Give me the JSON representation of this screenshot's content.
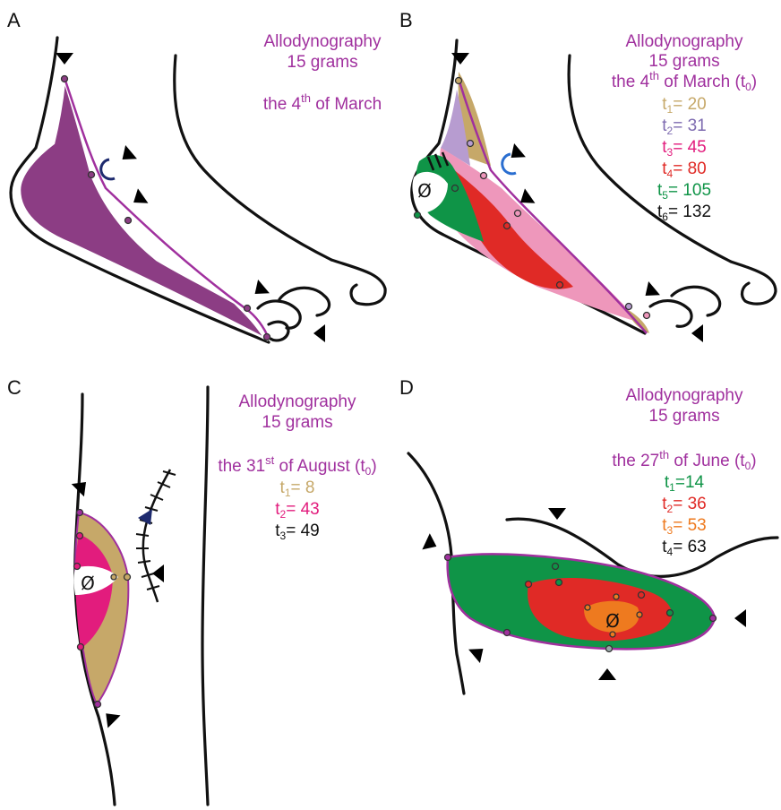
{
  "colors": {
    "purple": "#a0309e",
    "purple_fill": "#8c3d84",
    "tan": "#c6a869",
    "lavender": "#b79cd0",
    "pink_light": "#ee97bb",
    "magenta": "#e21c7d",
    "red": "#e02a26",
    "green": "#0f9447",
    "orange": "#ee7a1f",
    "navy": "#1d2a6e",
    "black": "#111111"
  },
  "panels": [
    {
      "letter": "A",
      "title": "Allodynography",
      "force": "15 grams",
      "date_pre": "the 4",
      "date_sup": "th",
      "date_post": " of March",
      "date_t": "",
      "date_sub": "",
      "date_close": "",
      "timepoints": []
    },
    {
      "letter": "B",
      "title": "Allodynography",
      "force": "15 grams",
      "date_pre": "the 4",
      "date_sup": "th",
      "date_post": " of March (",
      "date_t": "t",
      "date_sub": "0",
      "date_close": ")",
      "timepoints": [
        {
          "t": "t",
          "sub": "1",
          "value": "= 20",
          "color": "#c6a869"
        },
        {
          "t": "t",
          "sub": "2",
          "value": "= 31",
          "color": "#7e6bb0"
        },
        {
          "t": "t",
          "sub": "3",
          "value": "= 45",
          "color": "#e21c7d"
        },
        {
          "t": "t",
          "sub": "4",
          "value": "= 80",
          "color": "#e02a26"
        },
        {
          "t": "t",
          "sub": "5",
          "value": "= 105",
          "color": "#0f9447"
        },
        {
          "t": "t",
          "sub": "6",
          "value": "= 132",
          "color": "#111111"
        }
      ]
    },
    {
      "letter": "C",
      "title": "Allodynography",
      "force": "15 grams",
      "date_pre": "the 31",
      "date_sup": "st",
      "date_post": " of August (",
      "date_t": "t",
      "date_sub": "0",
      "date_close": ")",
      "timepoints": [
        {
          "t": "t",
          "sub": "1",
          "value": "= 8",
          "color": "#c6a869"
        },
        {
          "t": "t",
          "sub": "2",
          "value": "= 43",
          "color": "#e21c7d"
        },
        {
          "t": "t",
          "sub": "3",
          "value": "= 49",
          "color": "#111111"
        }
      ]
    },
    {
      "letter": "D",
      "title": "Allodynography",
      "force": "15 grams",
      "date_pre": "the 27",
      "date_sup": "th",
      "date_post": " of June (",
      "date_t": "t",
      "date_sub": "0",
      "date_close": ")",
      "timepoints": [
        {
          "t": "t",
          "sub": "1",
          "value": "=14",
          "color": "#0f9447"
        },
        {
          "t": "t",
          "sub": "2",
          "value": "= 36",
          "color": "#e02a26"
        },
        {
          "t": "t",
          "sub": "3",
          "value": "= 53",
          "color": "#ee7a1f"
        },
        {
          "t": "t",
          "sub": "4",
          "value": "= 63",
          "color": "#111111"
        }
      ]
    }
  ],
  "symbols": {
    "empty_set": "Ø",
    "icons": [
      "arrow-icon",
      "semicircle-marker-icon",
      "triangle-marker-icon",
      "scar-icon",
      "empty-set-icon"
    ]
  }
}
